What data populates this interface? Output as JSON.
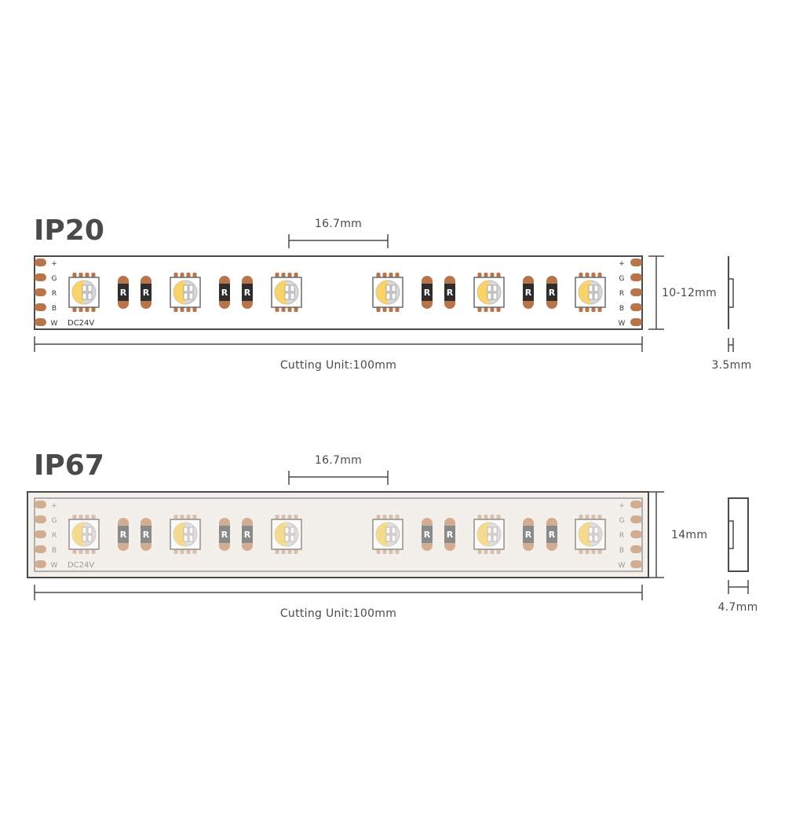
{
  "colors": {
    "line": "#4a4a4a",
    "copper": "#b8754a",
    "copper_ip67": "#d2ad92",
    "resistor": "#2d2d2d",
    "resistor_ip67": "#8a8a8a",
    "led_warm": "#f7d36a",
    "led_rgb": "#d8d8d8",
    "ip67_fill": "#f3efea"
  },
  "ip20": {
    "title": "IP20",
    "led_pitch_label": "16.7mm",
    "width_label": "10-12mm",
    "height_label": "3.5mm",
    "cutting_label": "Cutting Unit:100mm",
    "voltage_label": "DC24V",
    "pad_labels": [
      "+",
      "G",
      "R",
      "B",
      "W"
    ],
    "resistor_label": "R"
  },
  "ip67": {
    "title": "IP67",
    "led_pitch_label": "16.7mm",
    "width_label": "14mm",
    "height_label": "4.7mm",
    "cutting_label": "Cutting Unit:100mm",
    "voltage_label": "DC24V",
    "pad_labels": [
      "+",
      "G",
      "R",
      "B",
      "W"
    ],
    "resistor_label": "R"
  }
}
